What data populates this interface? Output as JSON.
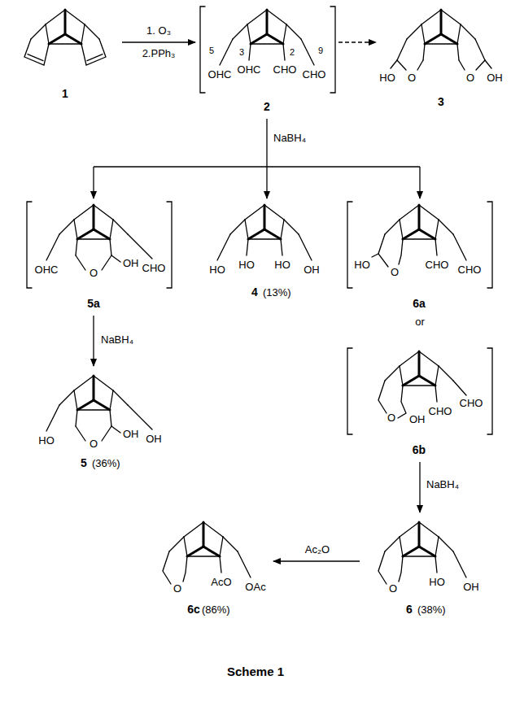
{
  "diagram": {
    "caption": "Scheme 1",
    "labels": [
      "1",
      "1. O₃",
      "2.PPh₃",
      "5",
      "3",
      "2",
      "9",
      "OHC",
      "OHC",
      "CHO",
      "CHO",
      "2",
      "HO",
      "O",
      "O",
      "OH",
      "3",
      "NaBH₄",
      "OHC",
      "O",
      "OH",
      "CHO",
      "5a",
      "HO",
      "HO",
      "HO",
      "OH",
      "4",
      "(13%)",
      "HO",
      "O",
      "CHO",
      "CHO",
      "6a",
      "or",
      "O",
      "OH",
      "CHO",
      "CHO",
      "6b",
      "NaBH₄",
      "HO",
      "O",
      "OH",
      "OH",
      "5",
      "(36%)",
      "NaBH₄",
      "O",
      "HO",
      "OH",
      "6",
      "(38%)",
      "Ac₂O",
      "O",
      "AcO",
      "OAc",
      "6c",
      "(86%)"
    ]
  }
}
